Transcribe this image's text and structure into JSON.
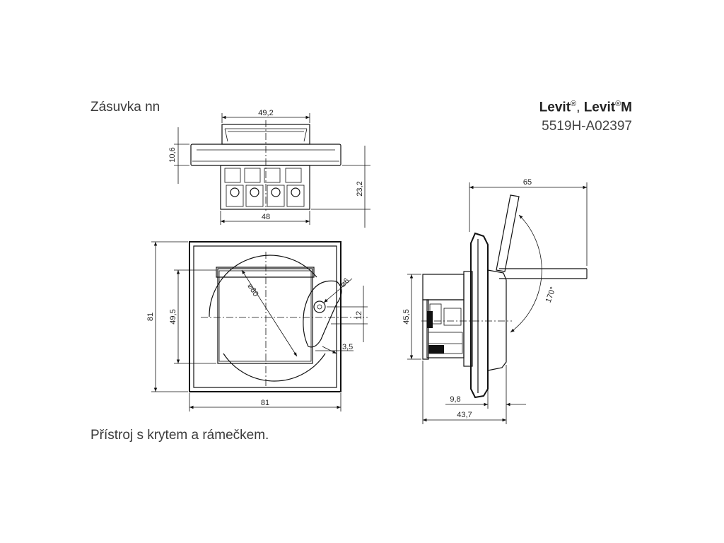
{
  "header": {
    "title": "Zásuvka nn",
    "brand_main": "Levit",
    "brand_reg1": "®",
    "brand_sep": ", ",
    "brand_main2": "Levit",
    "brand_reg2": "®",
    "brand_m": "M",
    "product_code": "5519H-A02397"
  },
  "caption": "Přístroj s krytem a rámečkem.",
  "dimensions": {
    "top_width": "49,2",
    "top_frame_height": "10,6",
    "top_depth": "23,2",
    "top_body_width": "48",
    "front_height": "81",
    "front_inner_height": "49,5",
    "front_diameter": "⌀60",
    "front_hole": "⌀6",
    "front_offset": "12",
    "front_small": "3,5",
    "front_width": "81",
    "side_width": "65",
    "side_height": "45,5",
    "side_angle": "170°",
    "side_depth_small": "9,8",
    "side_depth_total": "43,7"
  }
}
